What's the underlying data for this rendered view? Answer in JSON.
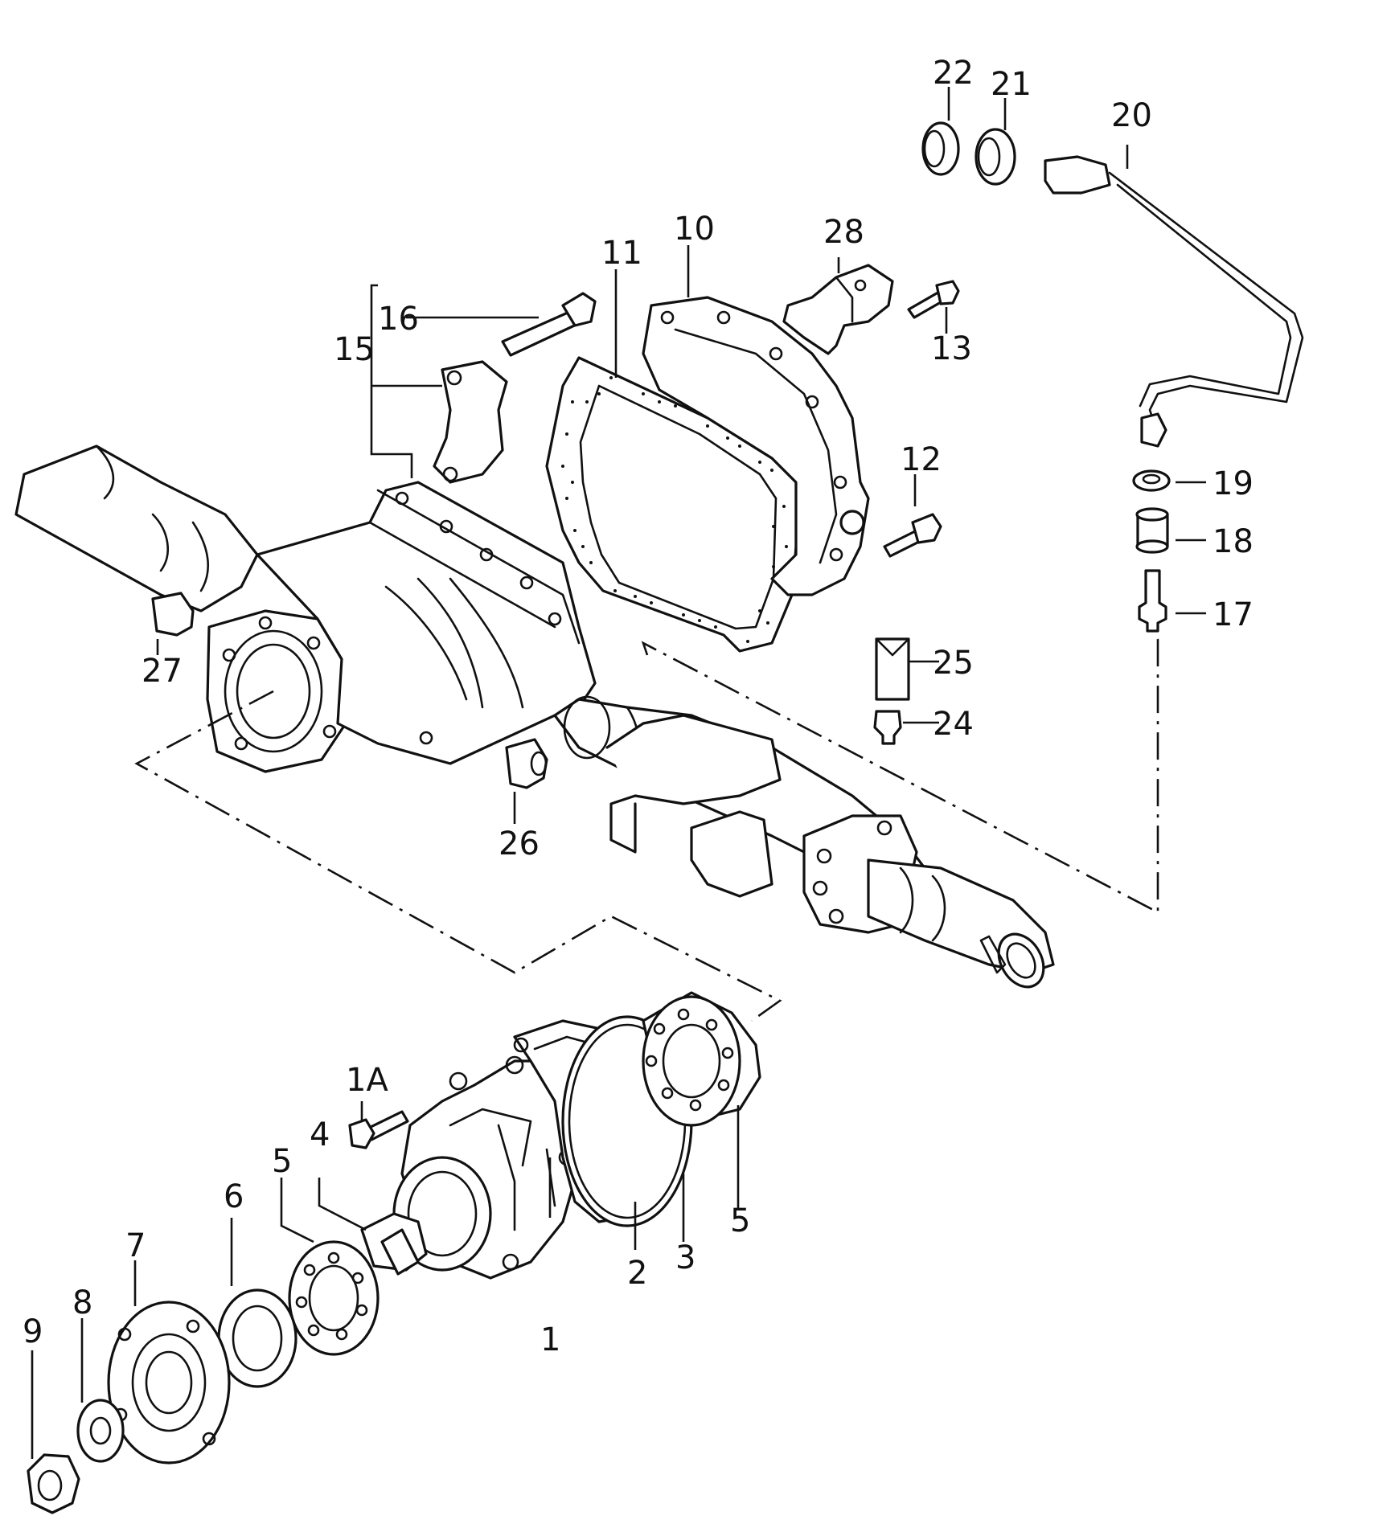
{
  "labels": {
    "p1": "1",
    "p1a": "1A",
    "p2": "2",
    "p3": "3",
    "p4": "4",
    "p5a": "5",
    "p5b": "5",
    "p6": "6",
    "p7": "7",
    "p8": "8",
    "p9": "9",
    "p10": "10",
    "p11": "11",
    "p12": "12",
    "p13": "13",
    "p15": "15",
    "p16": "16",
    "p17": "17",
    "p18": "18",
    "p19": "19",
    "p20": "20",
    "p21": "21",
    "p22": "22",
    "p24": "24",
    "p25": "25",
    "p26": "26",
    "p27": "27",
    "p28": "28"
  },
  "colors": {
    "ink": "#111111",
    "paper": "#ffffff"
  }
}
